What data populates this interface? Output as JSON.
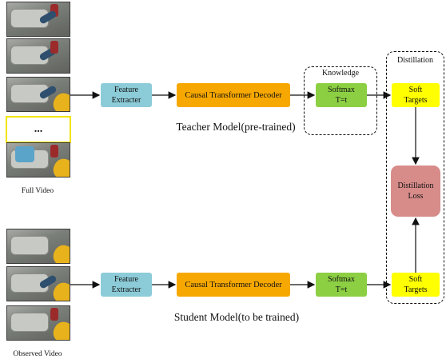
{
  "full_video": {
    "caption": "Full Video",
    "ellipsis": "..."
  },
  "observed_video": {
    "caption": "Observed Video"
  },
  "teacher": {
    "feature_extracter": "Feature\nExtracter",
    "decoder": "Causal Transformer Decoder",
    "softmax": "Softmax\nT=t",
    "soft_targets": "Soft\nTargets",
    "model_label": "Teacher Model(pre-trained)",
    "knowledge_label": "Knowledge"
  },
  "student": {
    "feature_extracter": "Feature\nExtracter",
    "decoder": "Causal Transformer Decoder",
    "softmax": "Softmax\nT=t",
    "soft_targets": "Soft\nTargets",
    "model_label": "Student Model(to be trained)"
  },
  "distillation": {
    "group_label": "Distillation",
    "loss": "Distillation\nLoss"
  },
  "colors": {
    "feature": "#8ccbd8",
    "decoder": "#f7a800",
    "softmax": "#8ccf43",
    "soft_targets": "#ffff00",
    "loss": "#d78c8a",
    "ellipsis_border": "#f2e400"
  }
}
